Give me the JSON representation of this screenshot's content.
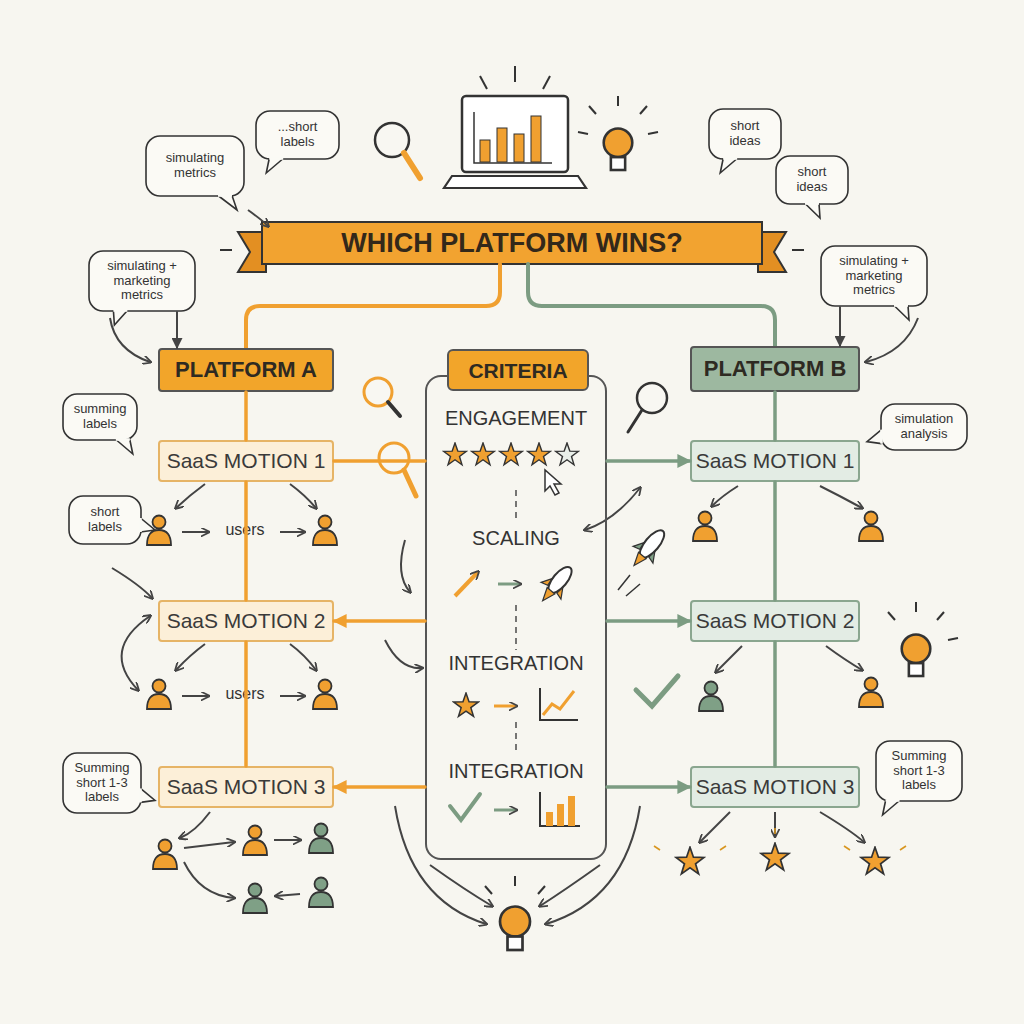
{
  "diagram": {
    "title": "WHICH PLATFORM WINS?",
    "nodes": [
      {
        "text": [
          "simulating metrics"
        ]
      },
      {
        "text": [
          "...short labels"
        ]
      },
      {
        "text": [
          "short ideas"
        ]
      },
      {
        "text": [
          "short ideas"
        ]
      },
      {
        "text": [
          "simulating + marketing metrics"
        ]
      },
      {
        "text": [
          "simulating + marketing metrics"
        ]
      },
      {
        "text": [
          "PLATFORM A"
        ]
      },
      {
        "text": [
          "CRITERIA",
          "ENGAGEMENT",
          "SCALING",
          "INTEGRATION",
          "INTEGRATION"
        ]
      },
      {
        "text": [
          "PLATFORM B"
        ]
      },
      {
        "text": [
          "summing labels"
        ]
      },
      {
        "text": [
          "SaaS MOTION 1"
        ]
      },
      {
        "text": [
          "simulation analysis"
        ]
      },
      {
        "text": [
          "SaaS MOTION 1"
        ]
      },
      {
        "text": [
          "short labels"
        ]
      },
      {
        "text": [
          "SaaS MOTION 2"
        ]
      },
      {
        "text": [
          "SaaS MOTION 2"
        ]
      },
      {
        "text": [
          "Summing short 1-3 labels"
        ]
      },
      {
        "text": [
          "SaaS MOTION 3"
        ]
      },
      {
        "text": [
          "SaaS MOTION 3"
        ]
      },
      {
        "text": [
          "Summing short 1-3 labels"
        ]
      }
    ],
    "edges": [
      {
        "from": 6,
        "to": 10,
        "arrow": "none"
      },
      {
        "from": 10,
        "to": 14,
        "arrow": "none"
      },
      {
        "from": 14,
        "to": 17,
        "arrow": "none"
      },
      {
        "from": 8,
        "to": 12,
        "arrow": "none"
      },
      {
        "from": 12,
        "to": 15,
        "arrow": "none"
      },
      {
        "from": 15,
        "to": 18,
        "arrow": "none"
      },
      {
        "from": 10,
        "to": 7,
        "arrow": "none"
      },
      {
        "from": 7,
        "to": 12,
        "arrow": "to"
      },
      {
        "from": 7,
        "to": 14,
        "arrow": "to"
      },
      {
        "from": 7,
        "to": 15,
        "arrow": "to"
      },
      {
        "from": 7,
        "to": 17,
        "arrow": "to"
      },
      {
        "from": 7,
        "to": 18,
        "arrow": "to"
      },
      {
        "from": 4,
        "to": 6,
        "arrow": "to"
      },
      {
        "from": 5,
        "to": 8,
        "arrow": "to"
      }
    ],
    "labels": [
      "users",
      "users"
    ]
  }
}
